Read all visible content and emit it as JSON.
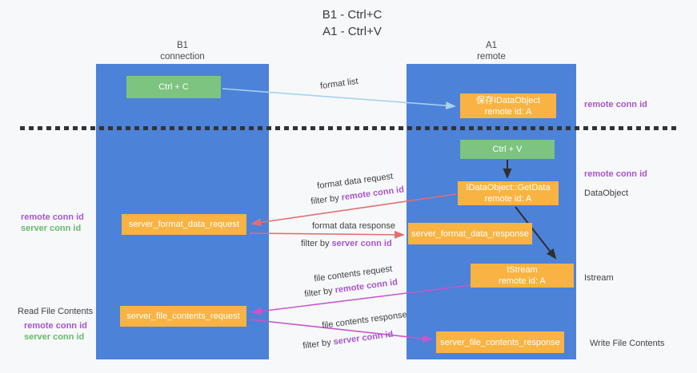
{
  "title": {
    "line1": "B1 - Ctrl+C",
    "line2": "A1 - Ctrl+V"
  },
  "lanes": {
    "left": {
      "name": "B1",
      "sub": "connection"
    },
    "right": {
      "name": "A1",
      "sub": "remote"
    }
  },
  "boxes": {
    "ctrl_c": {
      "label": "Ctrl + C"
    },
    "ctrl_v": {
      "label": "Ctrl + V"
    },
    "save_dataobject": {
      "line1": "保存IDataObject",
      "line2": "remote id: A"
    },
    "getdata": {
      "line1": "IDataObject::GetData",
      "line2": "remote id: A"
    },
    "istream": {
      "line1": "IStream",
      "line2": "remote id: A"
    },
    "format_request": {
      "label": "server_format_data_request"
    },
    "format_response": {
      "label": "server_format_data_response"
    },
    "file_request": {
      "label": "server_file_contents_request"
    },
    "file_response": {
      "label": "server_file_contents_response"
    }
  },
  "arrows": {
    "format_list": {
      "label": "format list"
    },
    "format_data_request": {
      "label": "format data request",
      "filter_prefix": "filter by ",
      "filter_key": "remote conn id"
    },
    "format_data_response": {
      "label": "format data response",
      "filter_prefix": "filter by ",
      "filter_key": "server conn id"
    },
    "file_contents_request": {
      "label": "file contents request",
      "filter_prefix": "filter by ",
      "filter_key": "remote conn id"
    },
    "file_contents_response": {
      "label": "file contents response",
      "filter_prefix": "filter by ",
      "filter_key": "server conn id"
    }
  },
  "side_labels": {
    "left_remote_conn_id_1": "remote conn id",
    "left_server_conn_id_1": "server conn id",
    "read_file_contents": "Read File Contents",
    "left_remote_conn_id_2": "remote conn id",
    "left_server_conn_id_2": "server conn id",
    "right_remote_conn_id_1": "remote conn id",
    "right_remote_conn_id_2": "remote conn id",
    "dataobject": "DataObject",
    "istream": "Istream",
    "write_file_contents": "Write File Contents"
  },
  "colors": {
    "lane_blue": "#4d82d9",
    "box_green": "#7cc47f",
    "box_orange": "#f9b342",
    "arrow_lightblue": "#a6d2f0",
    "arrow_red": "#e07070",
    "arrow_magenta": "#c757c7",
    "arrow_black": "#2f2f2f",
    "text_purple": "#a855cc",
    "text_green": "#66bb6a",
    "text_dark": "#3f3f3f"
  }
}
